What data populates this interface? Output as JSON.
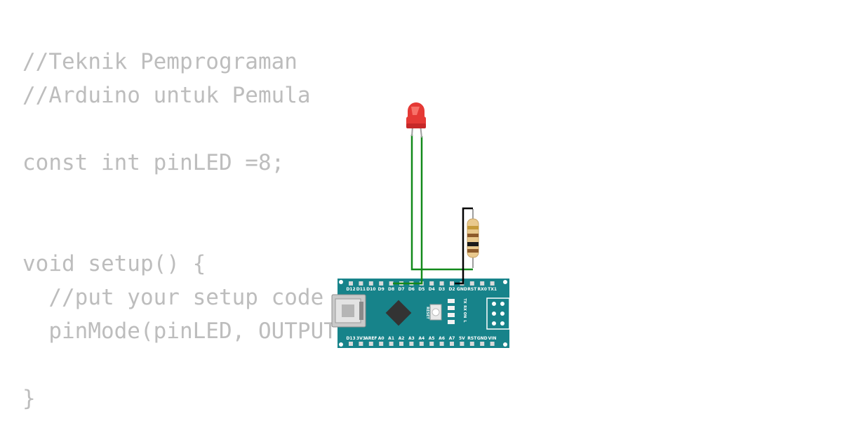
{
  "code_lines": [
    "//Teknik Pemprograman",
    "//Arduino untuk Pemula",
    "",
    "const int pinLED =8;",
    "",
    "",
    "void setup() {",
    "  //put your setup code here,to",
    "  pinMode(pinLED, OUTPUT);",
    "",
    "}"
  ],
  "board": {
    "top_pins": [
      "D12",
      "D11",
      "D10",
      "D9",
      "D8",
      "D7",
      "D6",
      "D5",
      "D4",
      "D3",
      "D2",
      "GND",
      "RST",
      "RX0",
      "TX1"
    ],
    "bottom_pins": [
      "D13",
      "3V3",
      "AREF",
      "A0",
      "A1",
      "A2",
      "A3",
      "A4",
      "A5",
      "A6",
      "A7",
      "5V",
      "RST",
      "GND",
      "VIN"
    ],
    "reset_label": "RESET",
    "led_labels": [
      "TX",
      "RX",
      "ON",
      "L"
    ]
  },
  "colors": {
    "board": "#17838a",
    "led": "#e53935",
    "wire_signal": "#138a1b",
    "wire_ground": "#000000",
    "code_text": "#bdbdbd"
  }
}
